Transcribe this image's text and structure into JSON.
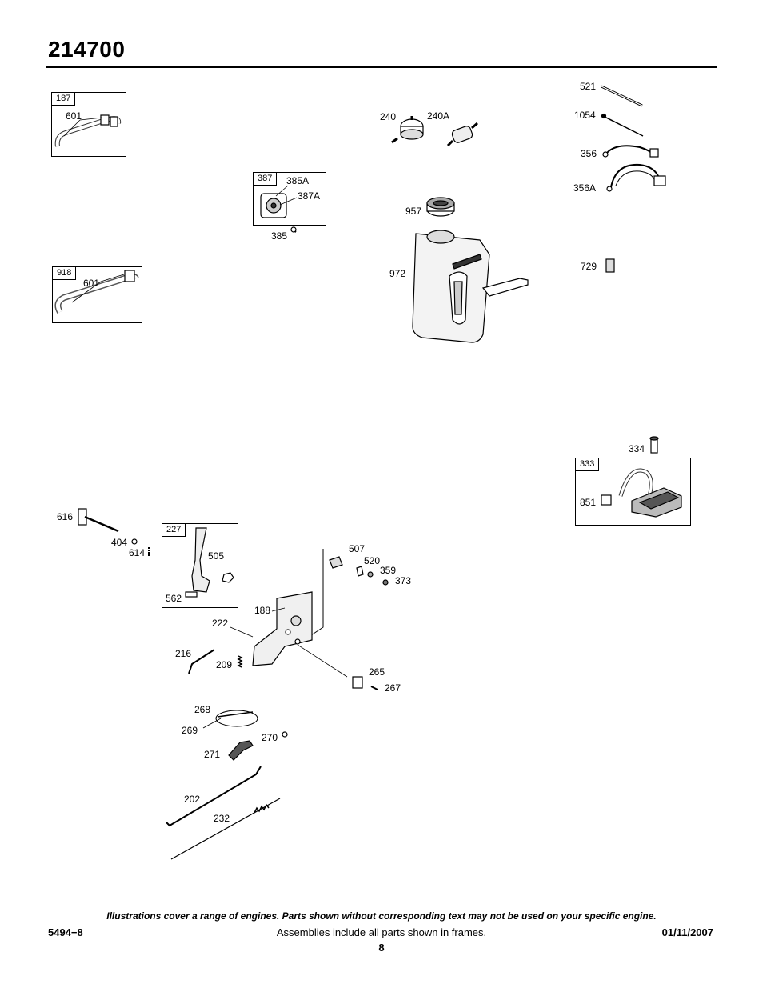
{
  "header": {
    "title": "214700"
  },
  "frames": [
    {
      "label": "187"
    },
    {
      "label": "387"
    },
    {
      "label": "918"
    },
    {
      "label": "333"
    },
    {
      "label": "227"
    }
  ],
  "callouts": {
    "c601a": "601",
    "c385a": "385A",
    "c387a": "387A",
    "c385": "385",
    "c601b": "601",
    "c240": "240",
    "c240a": "240A",
    "c957": "957",
    "c972": "972",
    "c521": "521",
    "c1054": "1054",
    "c356": "356",
    "c356a": "356A",
    "c729": "729",
    "c334": "334",
    "c851": "851",
    "c616": "616",
    "c404": "404",
    "c614": "614",
    "c505": "505",
    "c562": "562",
    "c507": "507",
    "c520": "520",
    "c359": "359",
    "c373": "373",
    "c188": "188",
    "c222": "222",
    "c216": "216",
    "c209": "209",
    "c265": "265",
    "c267": "267",
    "c268": "268",
    "c269": "269",
    "c270": "270",
    "c271": "271",
    "c202": "202",
    "c232": "232"
  },
  "footer": {
    "note": "Illustrations cover a range of engines. Parts shown without corresponding text may not be used on your specific engine.",
    "doc_number": "5494−8",
    "assemblies_note": "Assemblies include all parts shown in frames.",
    "date": "01/11/2007",
    "page": "8"
  }
}
